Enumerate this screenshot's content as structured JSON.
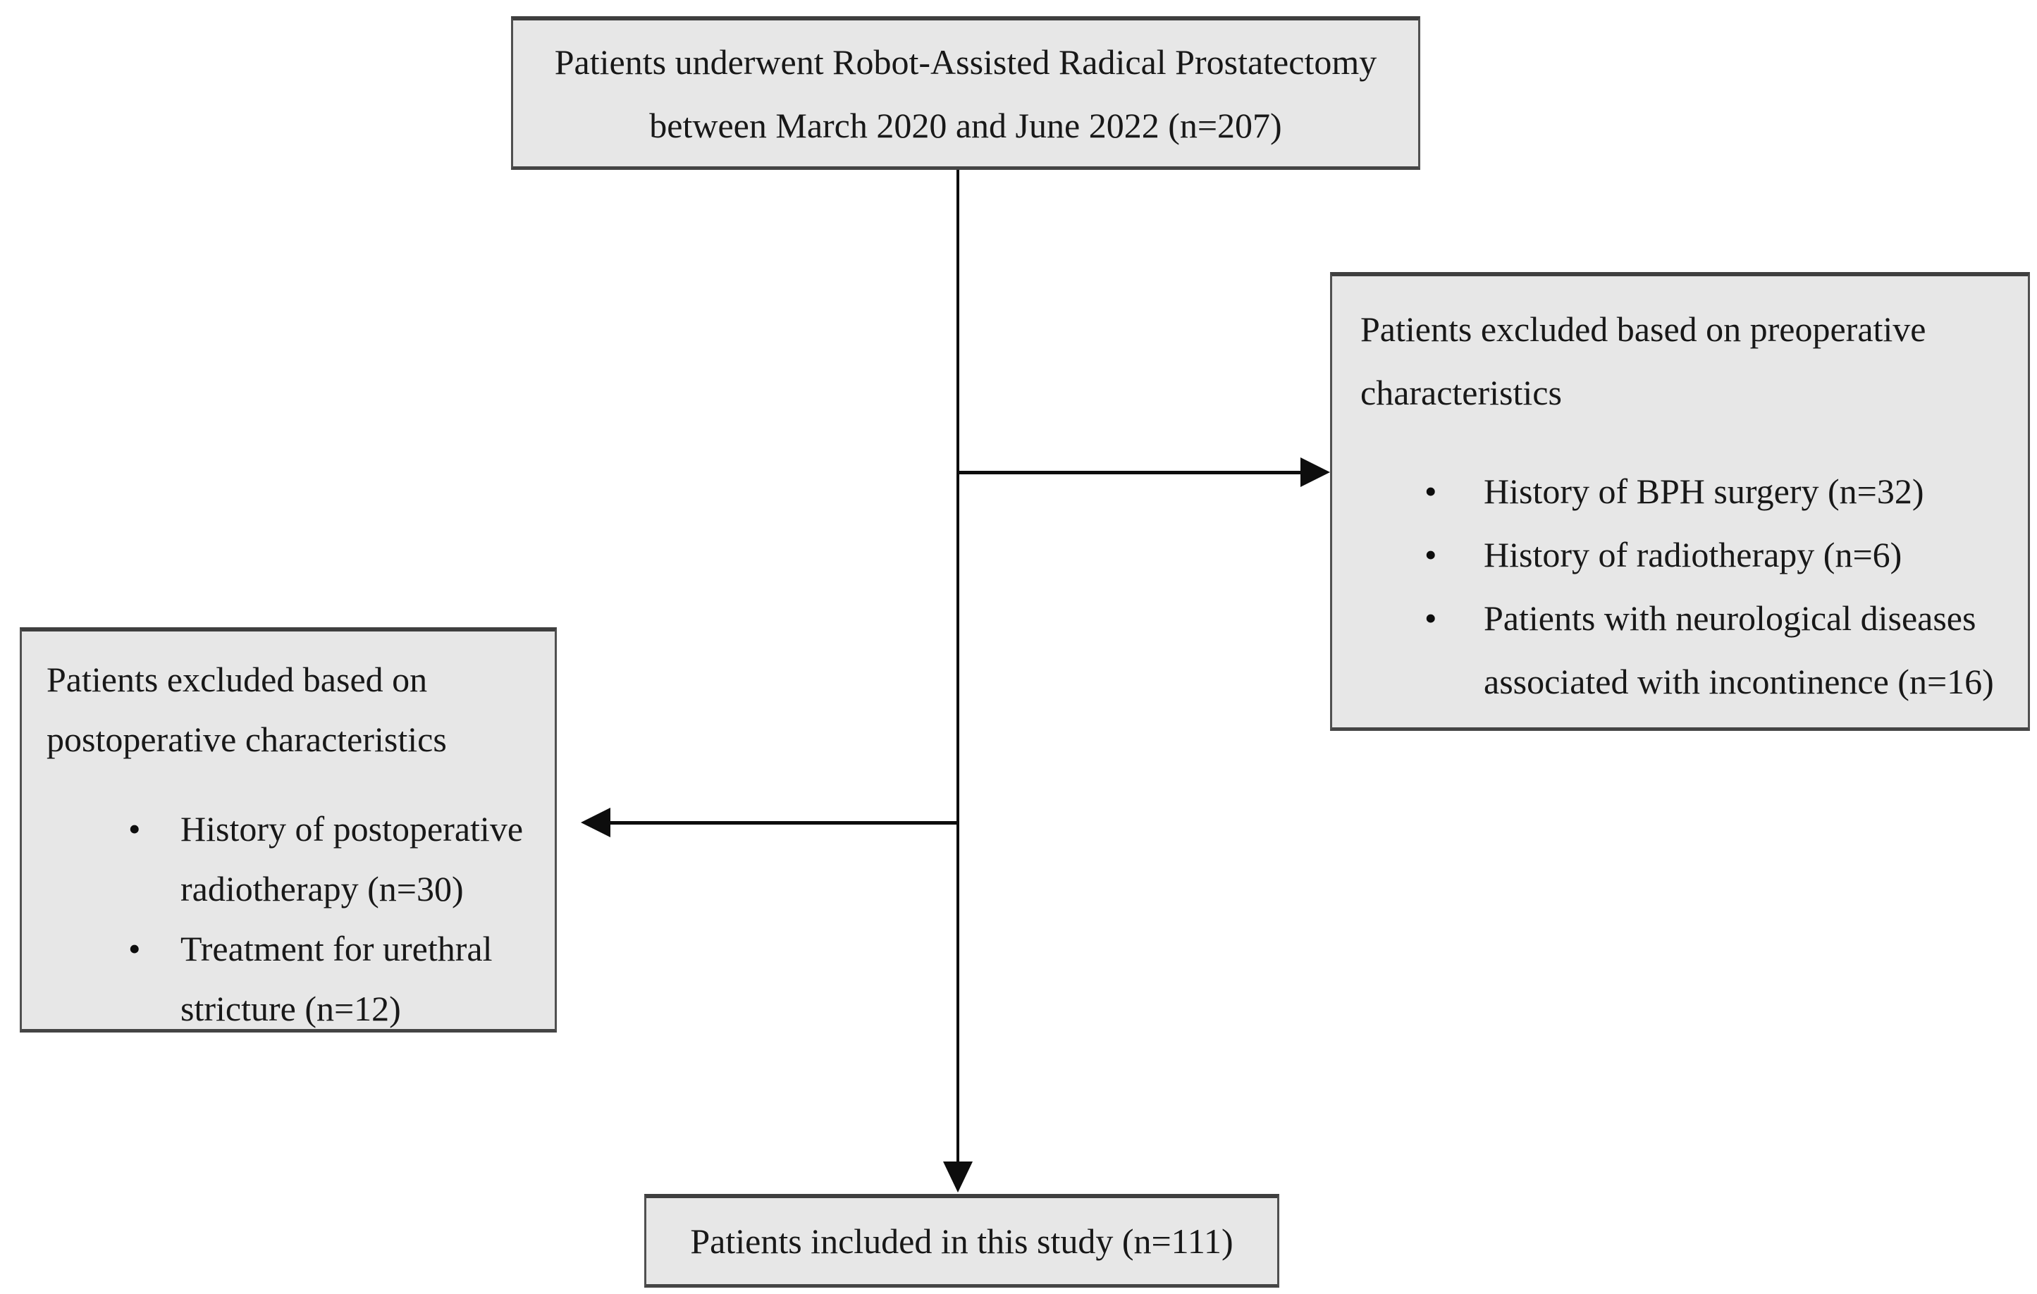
{
  "diagram": {
    "type": "patient-selection-flowchart",
    "colors": {
      "background": "#ffffff",
      "box_fill": "#e7e7e7",
      "box_border": "#4a4a4a",
      "line": "#0d0d0d",
      "text": "#181818"
    },
    "nodes": {
      "source": {
        "text": "Patients underwent Robot-Assisted Radical Prostatectomy between March 2020 and June 2022 (n=207)"
      },
      "excluded_preoperative": {
        "title": "Patients excluded based on preoperative characteristics",
        "bullets": [
          "History of BPH surgery (n=32)",
          "History of radiotherapy (n=6)",
          "Patients with neurological diseases associated with incontinence (n=16)"
        ]
      },
      "excluded_postoperative": {
        "title": "Patients excluded based on postoperative characteristics",
        "bullets": [
          "History of postoperative radiotherapy (n=30)",
          "Treatment for urethral stricture (n=12)"
        ]
      },
      "included": {
        "text": "Patients included in this study (n=111)"
      }
    }
  }
}
